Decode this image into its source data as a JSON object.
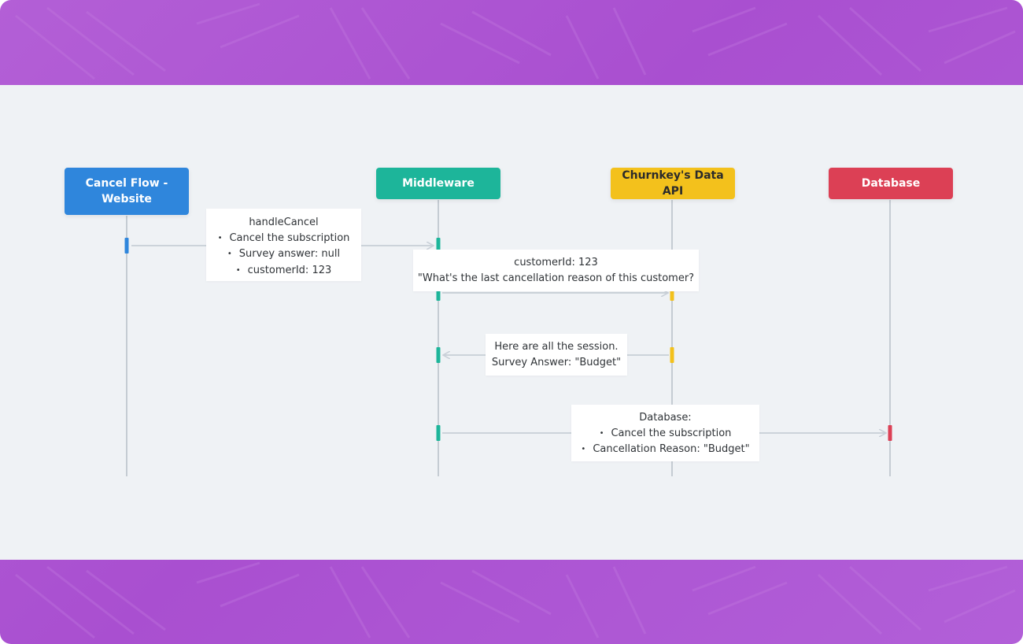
{
  "colors": {
    "background_frame": "#b05ad4",
    "canvas": "#eff2f5",
    "lifeline": "#c5ccd3",
    "arrow": "#ccd3da"
  },
  "actors": [
    {
      "label": "Cancel Flow - Website",
      "color": "#2f86dc",
      "text_color": "#ffffff"
    },
    {
      "label": "Middleware",
      "color": "#1db59a",
      "text_color": "#ffffff"
    },
    {
      "label": "Churnkey's Data API",
      "color": "#f3c11c",
      "text_color": "#2b2b2b"
    },
    {
      "label": "Database",
      "color": "#dc4055",
      "text_color": "#ffffff"
    }
  ],
  "messages": [
    {
      "title": "handleCancel",
      "items": [
        "Cancel the subscription",
        "Survey answer: null",
        "customerId: 123"
      ]
    },
    {
      "lines": [
        "customerId: 123",
        "\"What's the last cancellation reason of this customer?"
      ]
    },
    {
      "lines": [
        "Here are all the session.",
        "Survey Answer: \"Budget\""
      ]
    },
    {
      "title": "Database:",
      "items": [
        "Cancel the subscription",
        "Cancellation Reason: \"Budget\""
      ]
    }
  ]
}
